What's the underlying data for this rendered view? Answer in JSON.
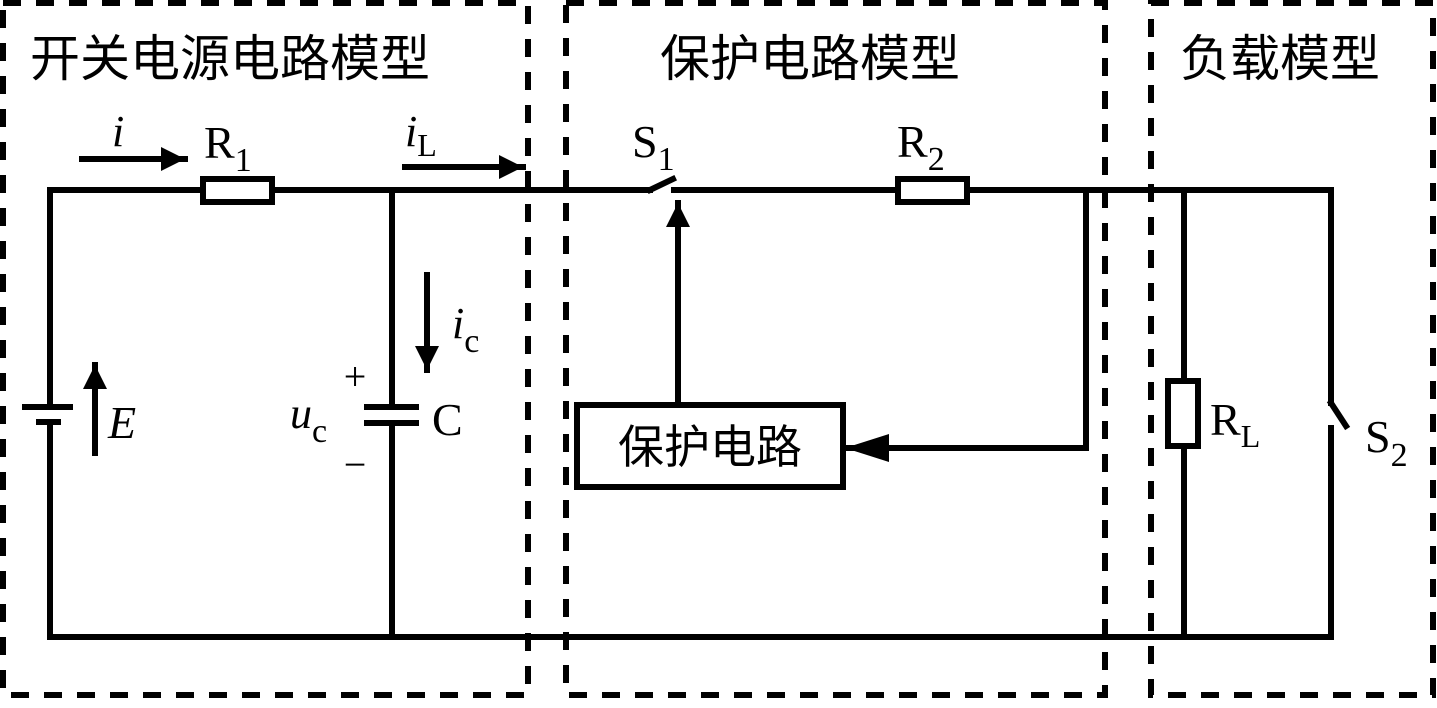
{
  "regions": {
    "power": "开关电源电路模型",
    "protection": "保护电路模型",
    "load": "负载模型"
  },
  "protection_block": "保护电路",
  "labels": {
    "i": "i",
    "R1_main": "R",
    "R1_sub": "1",
    "iL_main": "i",
    "iL_sub": "L",
    "S1_main": "S",
    "S1_sub": "1",
    "R2_main": "R",
    "R2_sub": "2",
    "ic_main": "i",
    "ic_sub": "c",
    "E": "E",
    "uc_main": "u",
    "uc_sub": "c",
    "plus": "+",
    "minus": "−",
    "C": "C",
    "RL_main": "R",
    "RL_sub": "L",
    "S2_main": "S",
    "S2_sub": "2"
  },
  "colors": {
    "ink": "#000000",
    "background": "#ffffff"
  }
}
